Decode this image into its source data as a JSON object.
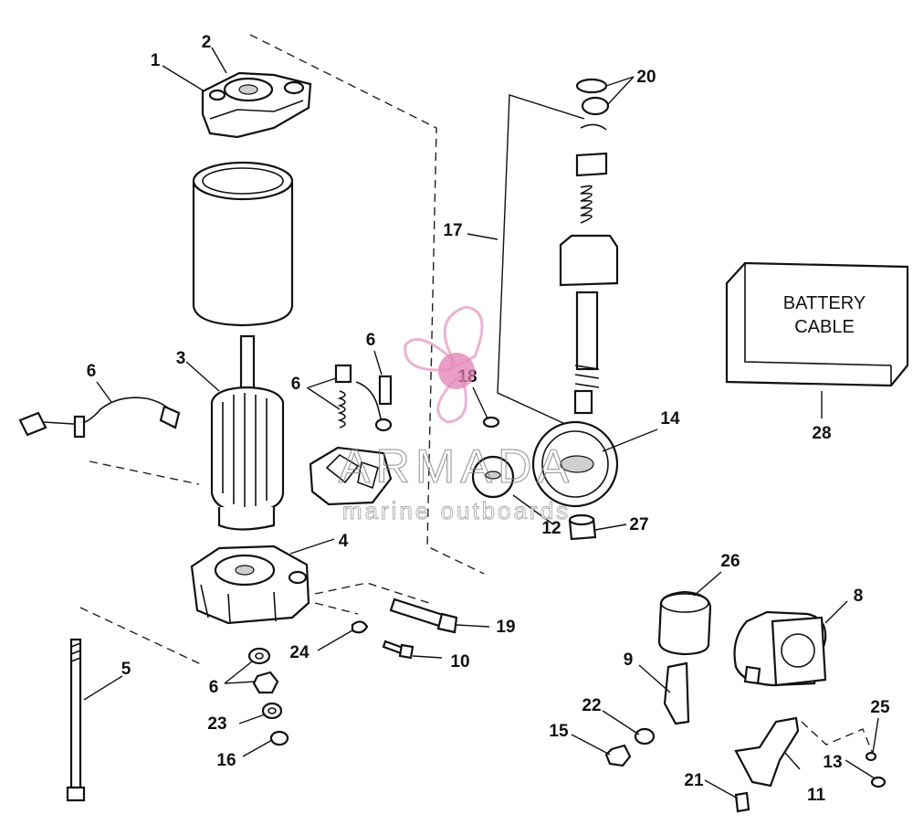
{
  "callouts": [
    {
      "id": "c1",
      "text": "1"
    },
    {
      "id": "c2",
      "text": "2"
    },
    {
      "id": "c3",
      "text": "3"
    },
    {
      "id": "c4",
      "text": "4"
    },
    {
      "id": "c5",
      "text": "5"
    },
    {
      "id": "c6a",
      "text": "6"
    },
    {
      "id": "c6b",
      "text": "6"
    },
    {
      "id": "c6c",
      "text": "6"
    },
    {
      "id": "c6d",
      "text": "6"
    },
    {
      "id": "c8",
      "text": "8"
    },
    {
      "id": "c9",
      "text": "9"
    },
    {
      "id": "c10",
      "text": "10"
    },
    {
      "id": "c11",
      "text": "11"
    },
    {
      "id": "c12",
      "text": "12"
    },
    {
      "id": "c13",
      "text": "13"
    },
    {
      "id": "c14",
      "text": "14"
    },
    {
      "id": "c15",
      "text": "15"
    },
    {
      "id": "c16",
      "text": "16"
    },
    {
      "id": "c17",
      "text": "17"
    },
    {
      "id": "c18",
      "text": "18"
    },
    {
      "id": "c19",
      "text": "19"
    },
    {
      "id": "c20",
      "text": "20"
    },
    {
      "id": "c21",
      "text": "21"
    },
    {
      "id": "c22",
      "text": "22"
    },
    {
      "id": "c23",
      "text": "23"
    },
    {
      "id": "c24",
      "text": "24"
    },
    {
      "id": "c25",
      "text": "25"
    },
    {
      "id": "c26",
      "text": "26"
    },
    {
      "id": "c27",
      "text": "27"
    },
    {
      "id": "c28",
      "text": "28"
    }
  ],
  "battery_label": {
    "line1": "BATTERY",
    "line2": "CABLE"
  },
  "watermark": {
    "brand": "ARMADA",
    "tagline": "marine outboards"
  },
  "colors": {
    "line": "#111111",
    "watermark_pink": "#e8a6c8",
    "watermark_pink_dark": "#e07ab0",
    "watermark_text": "#888888"
  }
}
